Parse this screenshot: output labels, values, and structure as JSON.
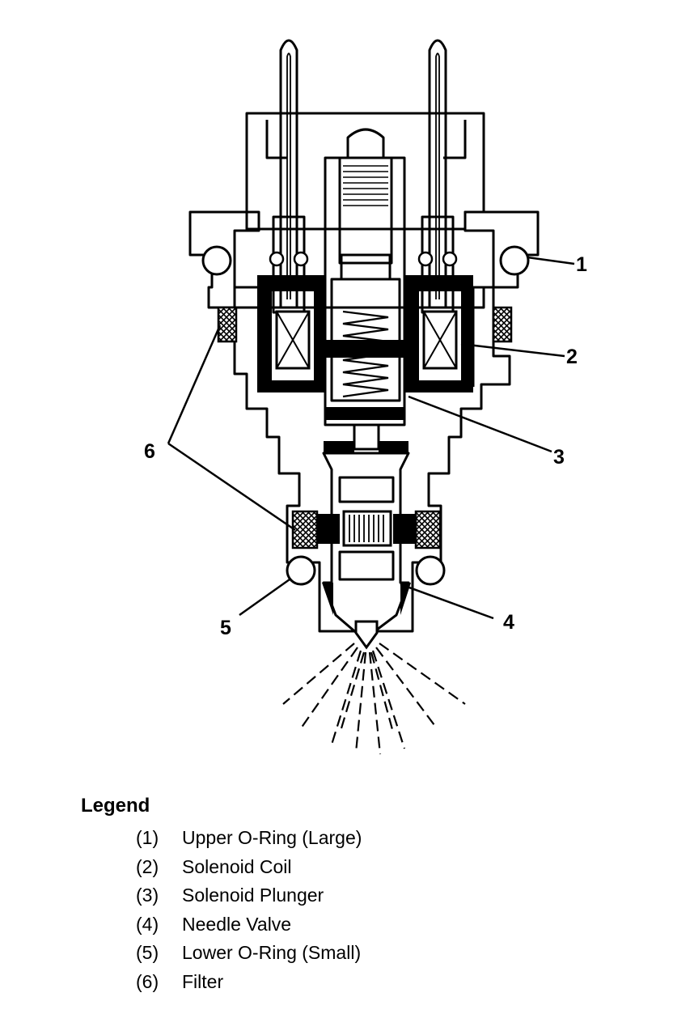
{
  "diagram": {
    "callouts": [
      {
        "id": "1",
        "label": "1"
      },
      {
        "id": "2",
        "label": "2"
      },
      {
        "id": "3",
        "label": "3"
      },
      {
        "id": "4",
        "label": "4"
      },
      {
        "id": "5",
        "label": "5"
      },
      {
        "id": "6",
        "label": "6"
      }
    ]
  },
  "legend": {
    "title": "Legend",
    "items": [
      {
        "num": "(1)",
        "label": "Upper O-Ring (Large)"
      },
      {
        "num": "(2)",
        "label": "Solenoid Coil"
      },
      {
        "num": "(3)",
        "label": "Solenoid Plunger"
      },
      {
        "num": "(4)",
        "label": "Needle Valve"
      },
      {
        "num": "(5)",
        "label": "Lower O-Ring (Small)"
      },
      {
        "num": "(6)",
        "label": "Filter"
      }
    ]
  }
}
